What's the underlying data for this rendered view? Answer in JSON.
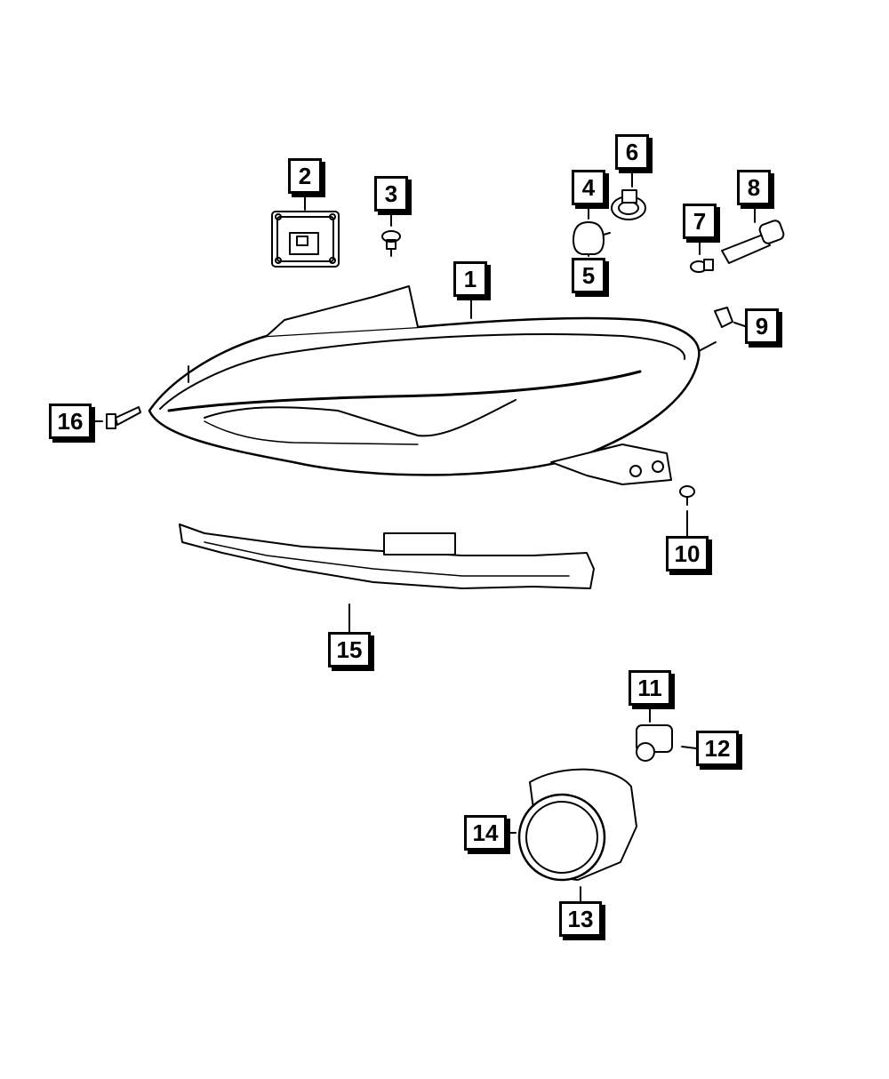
{
  "diagram": {
    "callouts": [
      {
        "id": "1",
        "label": "1",
        "part": "headlamp-assembly"
      },
      {
        "id": "2",
        "label": "2",
        "part": "ballast-module"
      },
      {
        "id": "3",
        "label": "3",
        "part": "push-pin"
      },
      {
        "id": "4",
        "label": "4",
        "part": "bulb"
      },
      {
        "id": "5",
        "label": "5",
        "part": "bulb"
      },
      {
        "id": "6",
        "label": "6",
        "part": "bulb-socket-seal"
      },
      {
        "id": "7",
        "label": "7",
        "part": "wedge-bulb"
      },
      {
        "id": "8",
        "label": "8",
        "part": "bulb-socket"
      },
      {
        "id": "9",
        "label": "9",
        "part": "clip"
      },
      {
        "id": "10",
        "label": "10",
        "part": "screw"
      },
      {
        "id": "11",
        "label": "11",
        "part": "fog-lamp-socket"
      },
      {
        "id": "12",
        "label": "12",
        "part": "fog-lamp-bulb"
      },
      {
        "id": "13",
        "label": "13",
        "part": "fog-lamp"
      },
      {
        "id": "14",
        "label": "14",
        "part": "fog-lamp-lens"
      },
      {
        "id": "15",
        "label": "15",
        "part": "headlamp-bracket"
      },
      {
        "id": "16",
        "label": "16",
        "part": "bolt"
      }
    ],
    "colors": {
      "line": "#000000",
      "fill": "#ffffff",
      "shade": "#e8e8e8"
    }
  }
}
